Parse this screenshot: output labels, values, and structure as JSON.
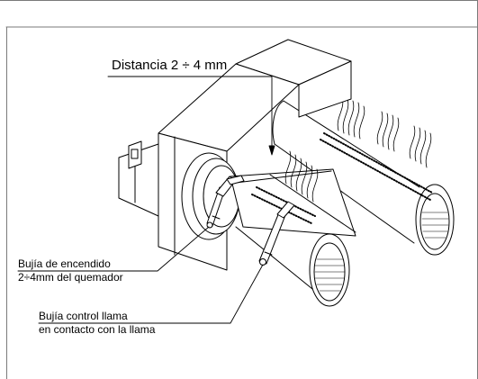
{
  "labels": {
    "distance": "Distancia 2 ÷ 4 mm",
    "ignition_line1": "Bujía de encendido",
    "ignition_line2": "2÷4mm del quemador",
    "control_line1": "Bujía control llama",
    "control_line2": "en contacto con la llama"
  },
  "colors": {
    "stroke": "#000000",
    "background": "#ffffff",
    "frame": "#7a7a7a"
  }
}
